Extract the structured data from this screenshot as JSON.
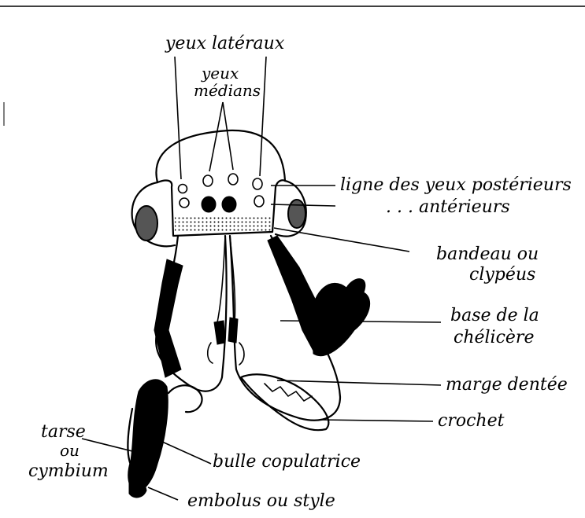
{
  "labels": {
    "yeux_lateraux": "yeux latéraux",
    "yeux_medians_1": "yeux",
    "yeux_medians_2": "médians",
    "ligne_posterieurs": "ligne des yeux postérieurs",
    "ligne_anterieurs": ". . . antérieurs",
    "bandeau_1": "bandeau ou",
    "bandeau_2": "clypéus",
    "base_1": "base de la",
    "base_2": "chélicère",
    "marge": "marge dentée",
    "crochet": "crochet",
    "tarse_1": "tarse",
    "tarse_2": "ou",
    "tarse_3": "cymbium",
    "bulle": "bulle copulatrice",
    "embolus": "embolus ou style"
  }
}
